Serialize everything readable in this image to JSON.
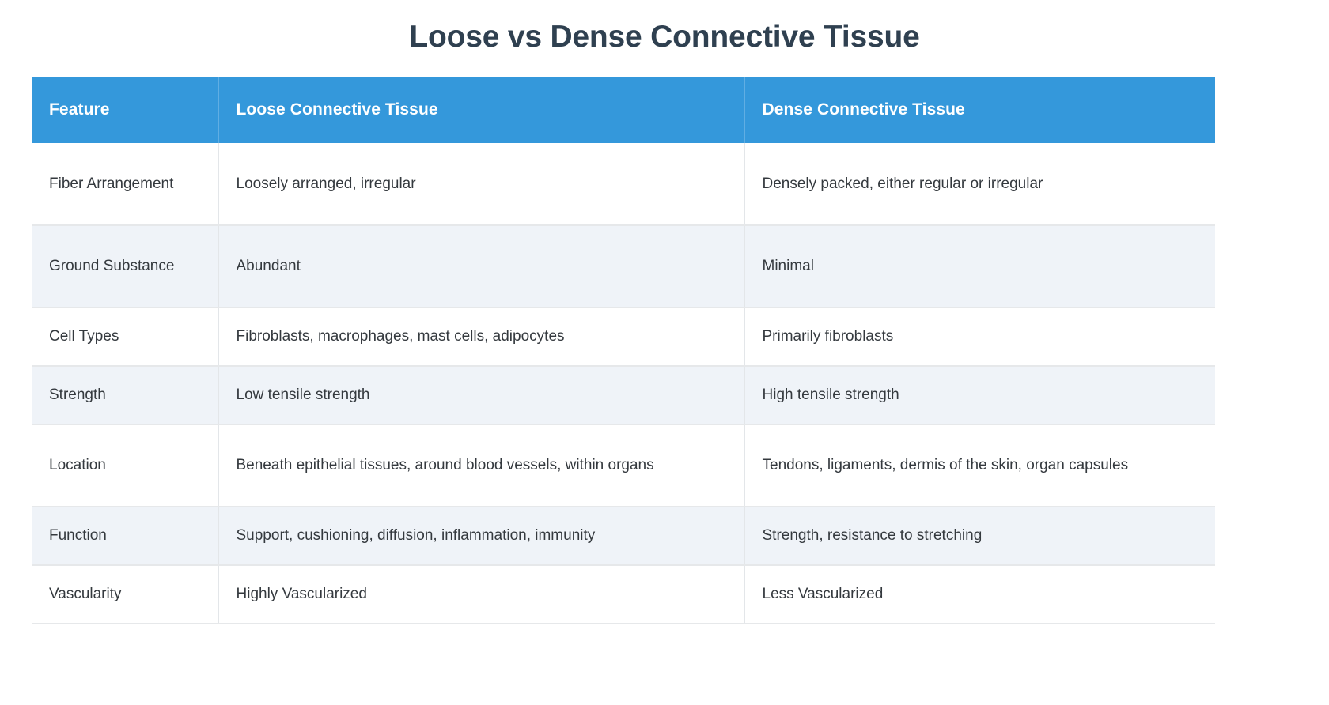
{
  "page": {
    "title": "Loose vs Dense Connective Tissue",
    "accent_color": "#3498db",
    "title_color": "#2f4050",
    "stripe_color": "#eff3f8",
    "text_color": "#34393e",
    "background_color": "#ffffff"
  },
  "table": {
    "headers": [
      "Feature",
      "Loose Connective Tissue",
      "Dense Connective Tissue"
    ],
    "rows": [
      {
        "feature": "Fiber Arrangement",
        "loose": "Loosely arranged, irregular",
        "dense": "Densely packed, either regular or irregular"
      },
      {
        "feature": "Ground Substance",
        "loose": "Abundant",
        "dense": "Minimal"
      },
      {
        "feature": "Cell Types",
        "loose": "Fibroblasts, macrophages, mast cells, adipocytes",
        "dense": "Primarily fibroblasts"
      },
      {
        "feature": "Strength",
        "loose": "Low tensile strength",
        "dense": "High tensile strength"
      },
      {
        "feature": "Location",
        "loose": "Beneath epithelial tissues, around blood vessels, within organs",
        "dense": "Tendons, ligaments, dermis of the skin, organ capsules"
      },
      {
        "feature": "Function",
        "loose": "Support, cushioning, diffusion, inflammation, immunity",
        "dense": "Strength, resistance to stretching"
      },
      {
        "feature": "Vascularity",
        "loose": "Highly Vascularized",
        "dense": "Less Vascularized"
      }
    ]
  }
}
